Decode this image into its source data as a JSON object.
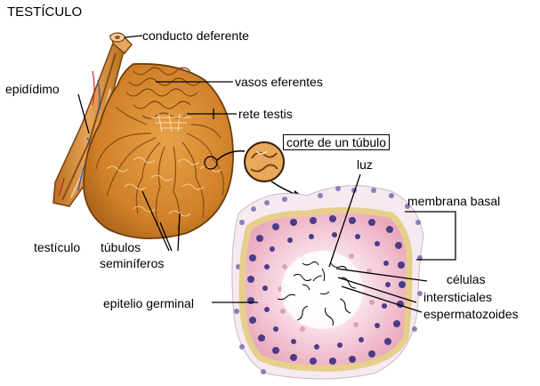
{
  "title": "TESTÍCULO",
  "labels": {
    "conducto_deferente": "conducto deferente",
    "vasos_eferentes": "vasos eferentes",
    "epididimo": "epidídimo",
    "rete_testis": "rete testis",
    "corte_tubulo": "corte de un túbulo",
    "luz": "luz",
    "membrana_basal": "membrana basal",
    "testiculo": "testículo",
    "tubulos": "túbulos",
    "seminiferos": "seminíferos",
    "celulas": "células",
    "intersticiales": "intersticiales",
    "espermatozoides": "espermatozoides",
    "epitelio_germinal": "epitelio germinal"
  },
  "colors": {
    "testis_fill": "#d98c32",
    "testis_dark": "#9a5a14",
    "section_pink": "#f2c8d2",
    "cell_nucleus": "#5a3d8c",
    "membrane": "#f0dca0"
  }
}
